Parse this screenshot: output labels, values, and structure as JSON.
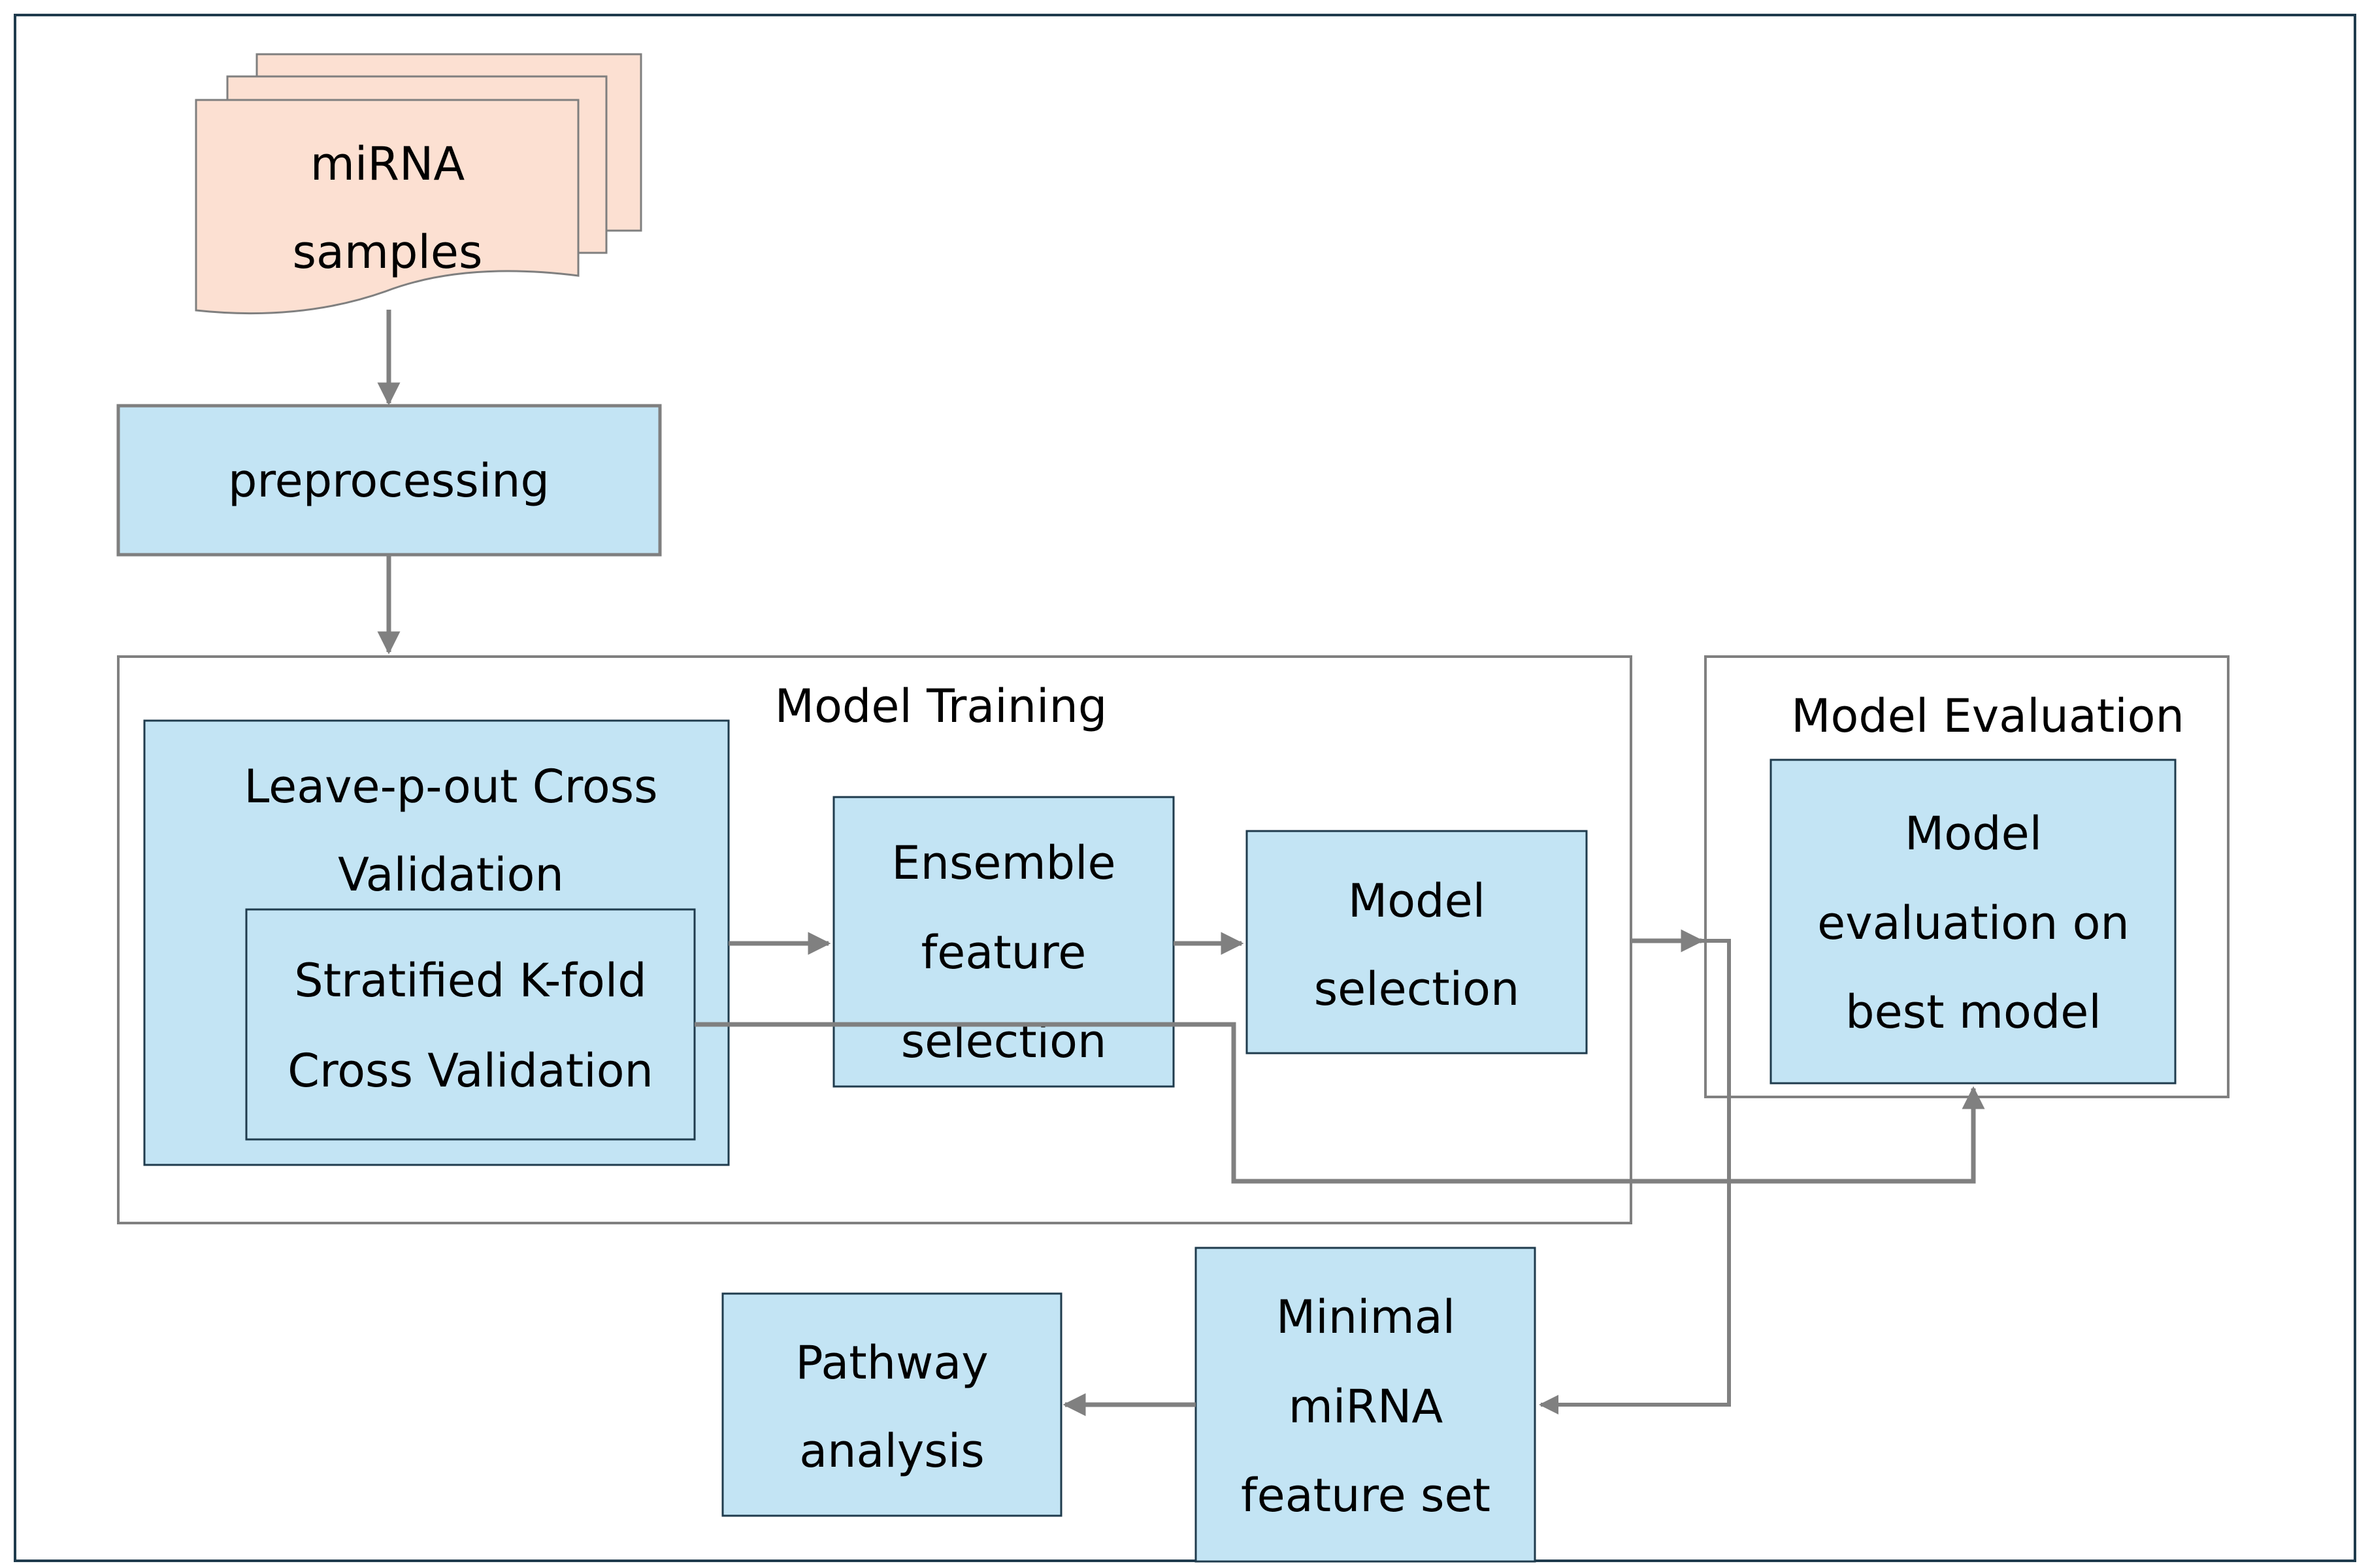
{
  "nodes": {
    "mirna_samples": {
      "line1": "miRNA",
      "line2": "samples"
    },
    "preprocessing": {
      "label": "preprocessing"
    },
    "model_training": {
      "label": "Model Training"
    },
    "leave_p_out": {
      "line1": "Leave-p-out Cross",
      "line2": "Validation"
    },
    "stratified_kfold": {
      "line1": "Stratified K-fold",
      "line2": "Cross Validation"
    },
    "ensemble_feature_selection": {
      "line1": "Ensemble",
      "line2": "feature",
      "line3": "selection"
    },
    "model_selection": {
      "line1": "Model",
      "line2": "selection"
    },
    "model_evaluation": {
      "label": "Model Evaluation"
    },
    "model_evaluation_best": {
      "line1": "Model",
      "line2": "evaluation on",
      "line3": "best model"
    },
    "minimal_feature_set": {
      "line1": "Minimal",
      "line2": "miRNA",
      "line3": "feature set"
    },
    "pathway_analysis": {
      "line1": "Pathway",
      "line2": "analysis"
    }
  },
  "colors": {
    "box_fill": "#c3e4f4",
    "document_fill": "#fce0d2",
    "box_stroke": "#1f3b4d",
    "container_stroke": "#808080",
    "arrow": "#808080",
    "frame": "#1f3b4d"
  }
}
